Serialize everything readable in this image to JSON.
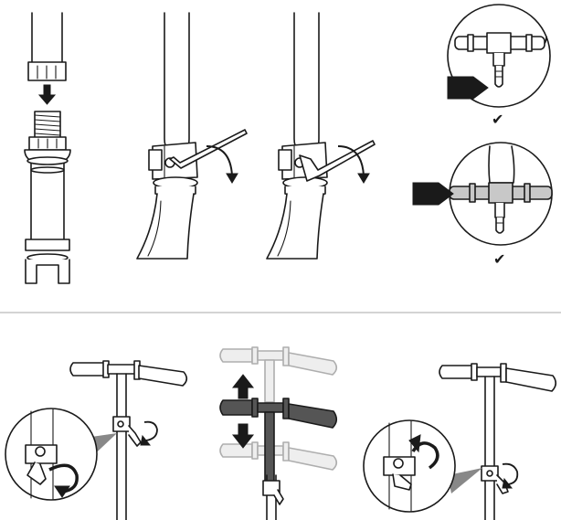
{
  "figure": {
    "panels_top": [
      "thread-top-onto-stem",
      "tighten-clamp-hex-key-1",
      "tighten-clamp-hex-key-2",
      "check-correct-alignment"
    ],
    "panels_bottom": [
      "loosen-clamp",
      "adjust-height",
      "tighten-clamp"
    ],
    "check_marks": [
      "✔",
      "✔"
    ],
    "colors": {
      "line": "#1a1a1a",
      "fill": "#ffffff",
      "grip_dark": "#555555",
      "grip_ghost": "#e2e2e2",
      "divider": "#aaaaaa",
      "zoom_cone": "#888888"
    },
    "icons": [
      "down-arrow-icon",
      "rotate-clockwise-icon",
      "pointer-arrow-icon",
      "up-arrow-icon",
      "rotate-counterclockwise-icon",
      "check-icon"
    ]
  }
}
